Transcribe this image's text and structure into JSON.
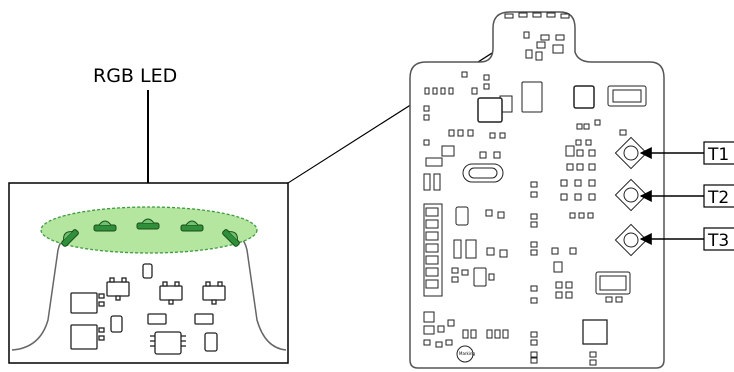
{
  "labels": {
    "rgb_led": "RGB LED",
    "t1": "T1",
    "t2": "T2",
    "t3": "T3",
    "marking": "Marking"
  },
  "colors": {
    "highlight_fill": "#b5e6a0",
    "highlight_stroke": "#3f9a3f",
    "led_fill": "#2f8f3a",
    "outline": "#222222",
    "board_stroke": "#555555"
  }
}
